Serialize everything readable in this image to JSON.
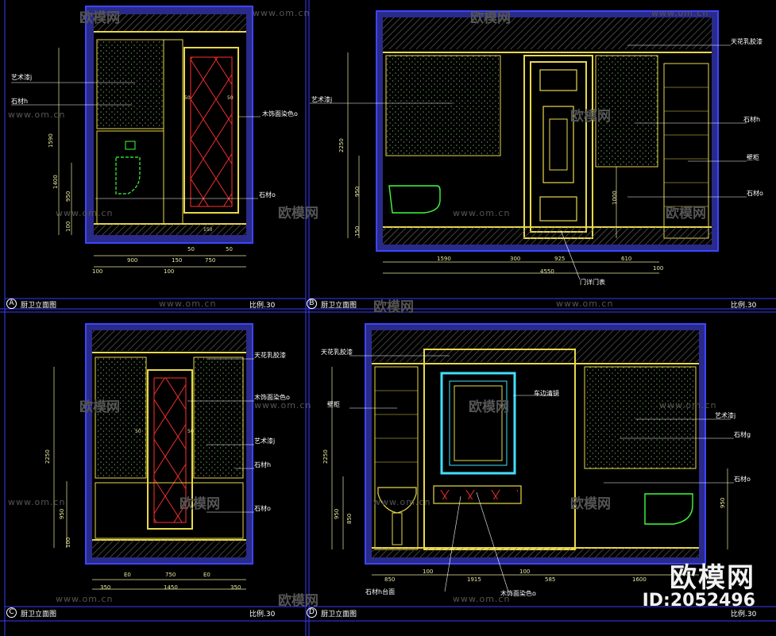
{
  "drawing": {
    "views": [
      {
        "letter": "A",
        "title": "厨卫立面图",
        "scale": "比例.30",
        "dims_bottom_row1": [
          "900",
          "150",
          "50",
          "750",
          "50"
        ],
        "dims_bottom_row2": [
          "100",
          "100"
        ],
        "dims_left": [
          "1590",
          "1400",
          "950",
          "100"
        ],
        "dims_small": [
          "50",
          "50",
          "150"
        ],
        "labels": [
          "艺术漆j",
          "石材h",
          "木饰面染色o",
          "石材o"
        ]
      },
      {
        "letter": "B",
        "title": "厨卫立面图",
        "scale": "比例.30",
        "dims_bottom_row1": [
          "1590",
          "300",
          "925",
          "610"
        ],
        "dims_bottom_row2": [
          "4550",
          "100"
        ],
        "dims_left": [
          "2250",
          "950",
          "150"
        ],
        "dims_right": [
          "1000"
        ],
        "labels": [
          "艺术漆j",
          "天花乳胶漆",
          "石材h",
          "壁柜",
          "石材o",
          "门详门表"
        ]
      },
      {
        "letter": "C",
        "title": "厨卫立面图",
        "scale": "比例.30",
        "dims_bottom_row1": [
          "E0",
          "750",
          "E0"
        ],
        "dims_bottom_row2": [
          "350",
          "1450",
          "350"
        ],
        "dims_left": [
          "2250",
          "950",
          "100"
        ],
        "dims_small": [
          "50",
          "50"
        ],
        "labels": [
          "天花乳胶漆",
          "木饰面染色o",
          "艺术漆j",
          "石材h",
          "石材o"
        ]
      },
      {
        "letter": "D",
        "title": "厨卫立面图",
        "scale": "比例.30",
        "dims_bottom_row1": [
          "850",
          "100",
          "1915",
          "100",
          "585",
          "1600"
        ],
        "dims_left": [
          "2250",
          "950",
          "850"
        ],
        "dims_right": [
          "950"
        ],
        "labels": [
          "天花乳胶漆",
          "壁柜",
          "车边清镜",
          "艺术漆j",
          "石材g",
          "石材o",
          "石材h台面",
          "木饰面染色o"
        ]
      }
    ],
    "colors": {
      "background": "#000000",
      "wall_frame": "#2a2a8a",
      "frame_border": "#3c46ff",
      "structure_yellow": "#e8d84a",
      "dim_line": "#e8e8a0",
      "leader": "#ffffff",
      "fill_dots": "#7cff4a",
      "hatch": "#6b6b6b",
      "mirror_cyan": "#3fe0ff",
      "door_red": "#ff3030",
      "fixture_green": "#3cff3c",
      "view_border": "#3a3aff"
    }
  },
  "watermarks": {
    "url": "www.om.cn",
    "logo": "欧模网"
  },
  "stamp": {
    "logo": "欧模网",
    "id": "ID:2052496"
  }
}
